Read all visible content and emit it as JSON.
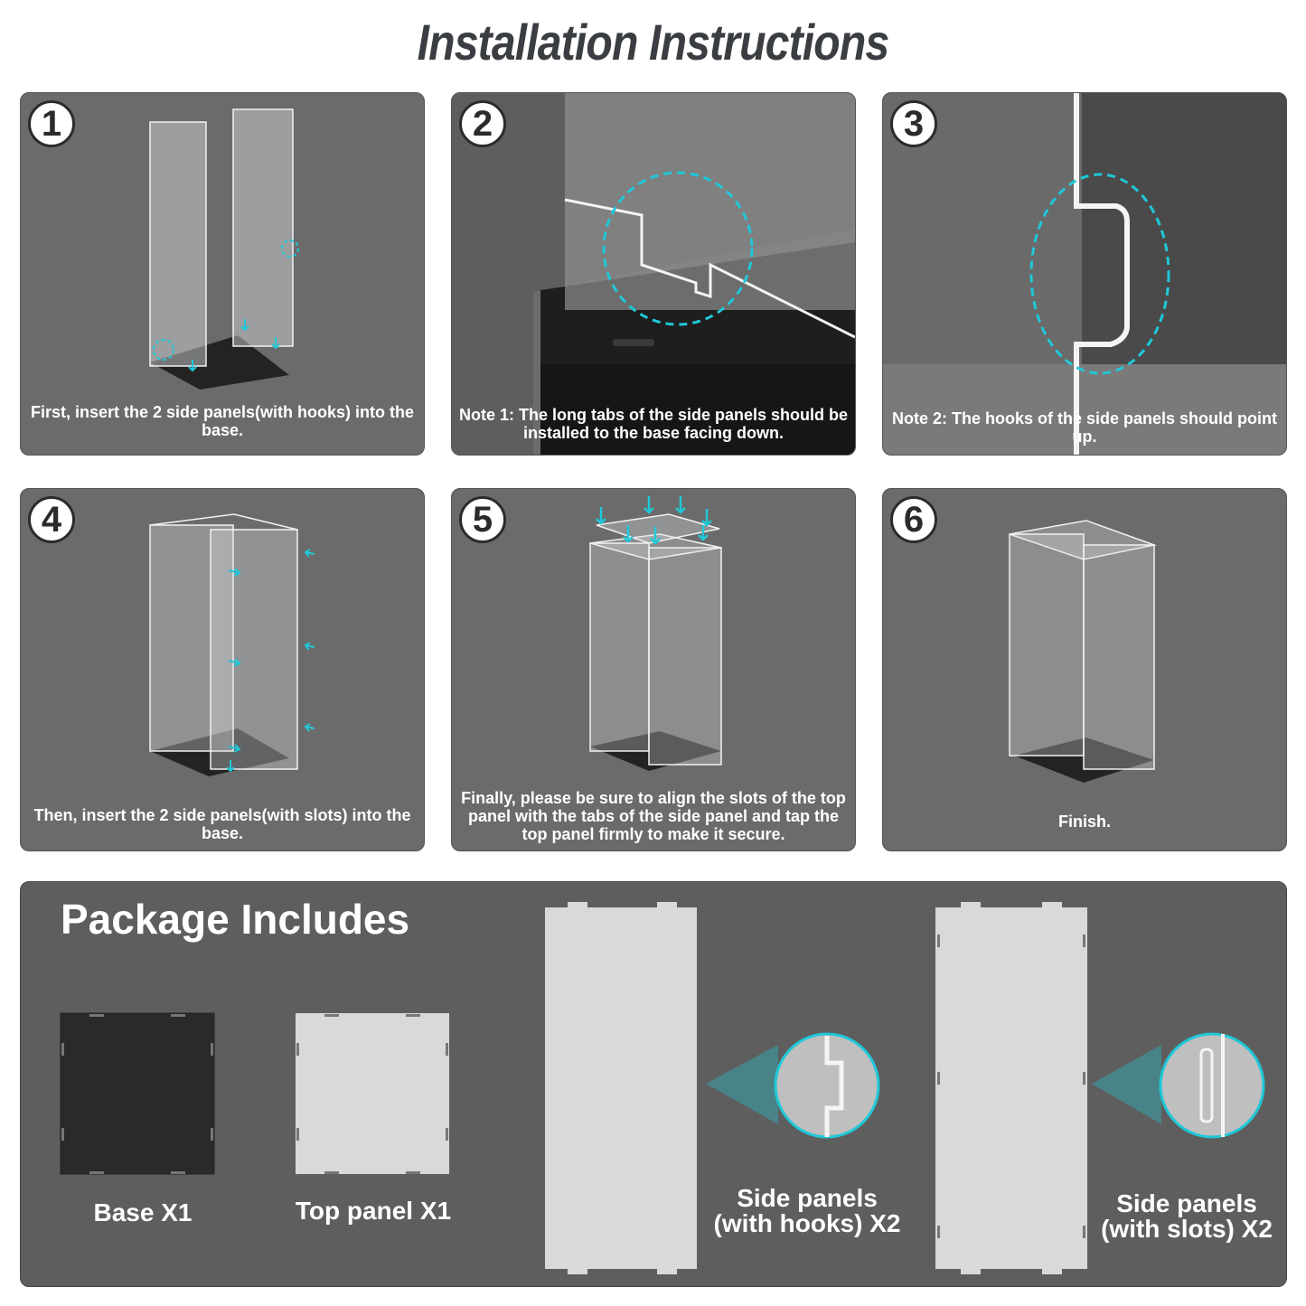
{
  "title": "Installation Instructions",
  "steps": [
    {
      "number": "1",
      "caption": "First, insert the 2 side panels(with hooks) into the base."
    },
    {
      "number": "2",
      "caption": "Note 1: The long tabs of the side panels should be installed to the base facing down."
    },
    {
      "number": "3",
      "caption": "Note 2: The hooks of the side panels should point up."
    },
    {
      "number": "4",
      "caption": "Then, insert the 2 side panels(with slots) into the base."
    },
    {
      "number": "5",
      "caption": "Finally, please be sure to align the slots of the top panel with the tabs of the side panel and tap the top panel firmly to make it secure."
    },
    {
      "number": "6",
      "caption": "Finish."
    }
  ],
  "package": {
    "title": "Package Includes",
    "items": [
      {
        "label": "Base X1"
      },
      {
        "label": "Top panel X1"
      },
      {
        "label": "Side panels (with hooks) X2"
      },
      {
        "label": "Side panels (with slots) X2"
      }
    ]
  },
  "colors": {
    "accent": "#1fc8d8",
    "card": "#6b6b6b",
    "panel": "#5e5e5e",
    "base": "#2a2a2a"
  }
}
